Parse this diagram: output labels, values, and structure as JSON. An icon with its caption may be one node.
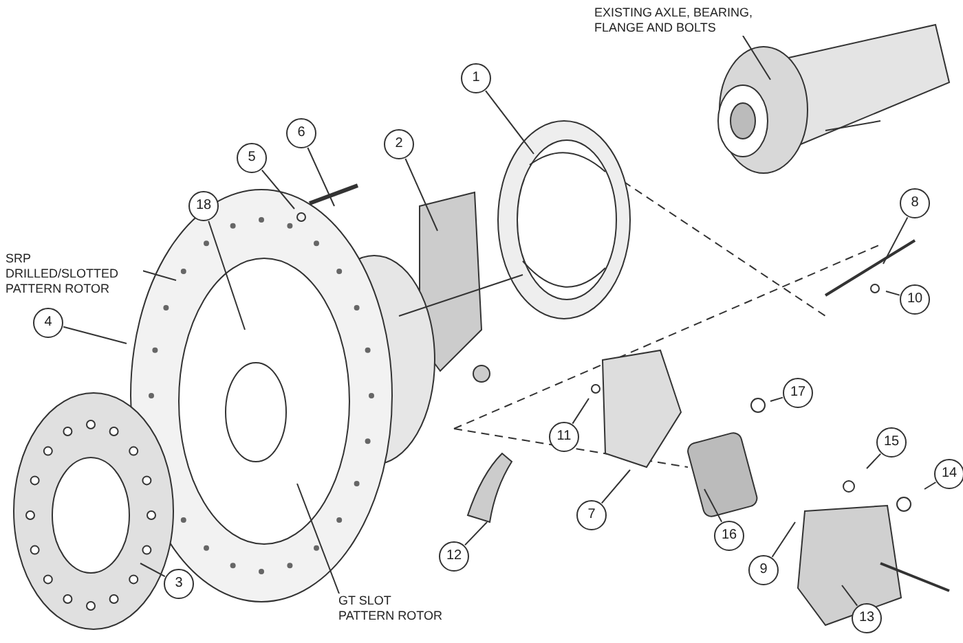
{
  "diagram": {
    "nodes": [
      {
        "text": [
          "EXISTING AXLE, BEARING, FLANGE AND BOLTS"
        ]
      },
      {
        "text": [
          "1"
        ]
      },
      {
        "text": [
          "6"
        ]
      },
      {
        "text": [
          "2"
        ]
      },
      {
        "text": [
          "5"
        ]
      },
      {
        "text": [
          "8"
        ]
      },
      {
        "text": [
          "18"
        ]
      },
      {
        "text": [
          "SRP DRILLED/SLOTTED PATTERN ROTOR"
        ]
      },
      {
        "text": [
          "10"
        ]
      },
      {
        "text": [
          "4"
        ]
      },
      {
        "text": [
          "17"
        ]
      },
      {
        "text": [
          "11"
        ]
      },
      {
        "text": [
          "15"
        ]
      },
      {
        "text": [
          "14"
        ]
      },
      {
        "text": [
          "7"
        ]
      },
      {
        "text": [
          "16"
        ]
      },
      {
        "text": [
          "12"
        ]
      },
      {
        "text": [
          "9"
        ]
      },
      {
        "text": [
          "3"
        ]
      },
      {
        "text": [
          "GT SLOT PATTERN ROTOR"
        ]
      },
      {
        "text": [
          "13"
        ]
      }
    ],
    "edges": [
      {
        "from": 0,
        "to": null,
        "arrow": "none"
      },
      {
        "from": 1,
        "to": null,
        "arrow": "none"
      },
      {
        "from": 2,
        "to": null,
        "arrow": "none"
      },
      {
        "from": 3,
        "to": null,
        "arrow": "none"
      },
      {
        "from": 4,
        "to": null,
        "arrow": "none"
      },
      {
        "from": 5,
        "to": null,
        "arrow": "none"
      },
      {
        "from": 6,
        "to": null,
        "arrow": "none"
      },
      {
        "from": 7,
        "to": null,
        "arrow": "none"
      },
      {
        "from": 8,
        "to": null,
        "arrow": "none"
      },
      {
        "from": 9,
        "to": null,
        "arrow": "none"
      },
      {
        "from": 10,
        "to": null,
        "arrow": "none"
      },
      {
        "from": 11,
        "to": null,
        "arrow": "none"
      },
      {
        "from": 12,
        "to": null,
        "arrow": "none"
      },
      {
        "from": 13,
        "to": null,
        "arrow": "none"
      },
      {
        "from": 14,
        "to": null,
        "arrow": "none"
      },
      {
        "from": 15,
        "to": null,
        "arrow": "none"
      },
      {
        "from": 16,
        "to": null,
        "arrow": "none"
      },
      {
        "from": 17,
        "to": null,
        "arrow": "none"
      },
      {
        "from": 18,
        "to": null,
        "arrow": "none"
      },
      {
        "from": 19,
        "to": null,
        "arrow": "none"
      },
      {
        "from": 20,
        "to": null,
        "arrow": "none"
      }
    ]
  }
}
